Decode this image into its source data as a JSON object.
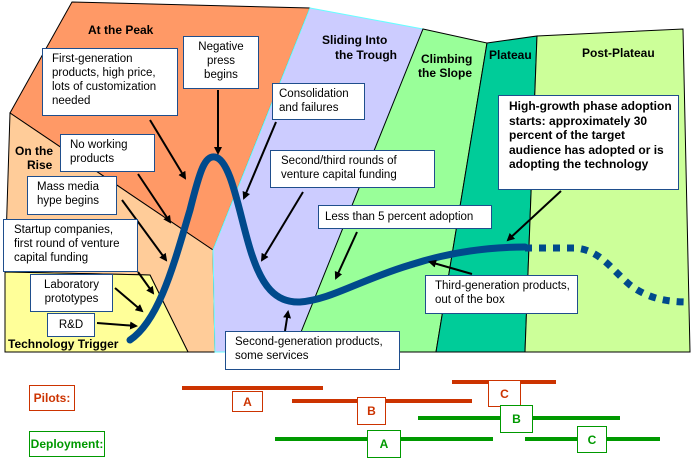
{
  "phases": {
    "trigger": "Technology Trigger",
    "rise": [
      "On the",
      "Rise"
    ],
    "peak": "At the Peak",
    "trough": [
      "Sliding Into",
      "the Trough"
    ],
    "slope": [
      "Climbing",
      "the Slope"
    ],
    "plateau": "Plateau",
    "post_plateau": "Post-Plateau"
  },
  "colors": {
    "trigger": "#ffff99",
    "rise": "#ffcc99",
    "peak": "#ff9966",
    "trough": "#ccccff",
    "slope": "#99ff99",
    "plateau": "#00cc99",
    "post_plateau": "#ccff99",
    "curve": "#004a8c",
    "pilots": "#cc3300",
    "deployment": "#009900"
  },
  "callouts": {
    "first_gen": "First-generation products, high price, lots of customization needed",
    "negative_press": "Negative press begins",
    "consolidation": "Consolidation and failures",
    "no_working": "No working products",
    "second_third": "Second/third rounds of venture capital funding",
    "mass_media": "Mass media hype begins",
    "less_than_5": "Less than 5 percent adoption",
    "startup": "Startup companies, first round of venture capital funding",
    "high_growth": "High-growth phase adoption starts: approximately 30 percent of the target audience has adopted or is adopting the technology",
    "lab": "Laboratory prototypes",
    "rd": "R&D",
    "third_gen": "Third-generation products, out of the box",
    "second_gen": "Second-generation products, some services"
  },
  "timeline": {
    "pilots_label": "Pilots:",
    "deployment_label": "Deployment:",
    "pilots": [
      "A",
      "B",
      "C"
    ],
    "deployment": [
      "A",
      "B",
      "C"
    ]
  }
}
